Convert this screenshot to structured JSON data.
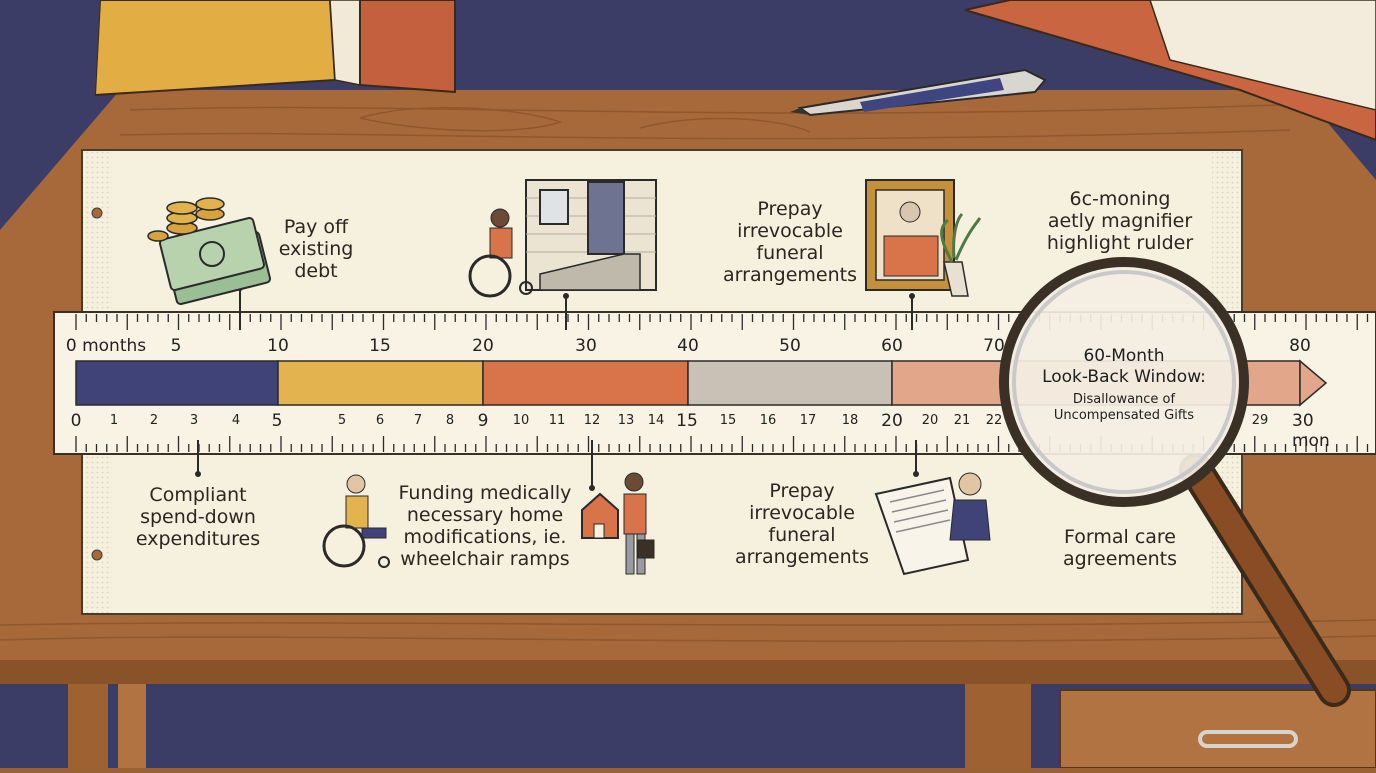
{
  "labels": {
    "pay_off_debt": [
      "Pay off",
      "existing",
      "debt"
    ],
    "prepay_funeral_top": [
      "Prepay",
      "irrevocable",
      "funeral",
      "arrangements"
    ],
    "magnifier_note": [
      "6c-moning",
      "aetly magnifier",
      "highlight rulder"
    ],
    "compliant_spend": [
      "Compliant",
      "spend-down",
      "expenditures"
    ],
    "home_mods": [
      "Funding medically",
      "necessary home",
      "modifications, ie.",
      "wheelchair ramps"
    ],
    "prepay_funeral_bottom": [
      "Prepay",
      "irrevocable",
      "funeral",
      "arrangements"
    ],
    "formal_care": [
      "Formal care",
      "agreements"
    ]
  },
  "ruler": {
    "top_scale": [
      "0 months",
      "5",
      "10",
      "15",
      "20",
      "30",
      "40",
      "50",
      "60",
      "70",
      "80"
    ],
    "bottom_scale": [
      "0",
      "1",
      "2",
      "3",
      "4",
      "5",
      "5",
      "6",
      "7",
      "8",
      "9",
      "10",
      "11",
      "12",
      "13",
      "14",
      "15",
      "15",
      "16",
      "17",
      "18",
      "20",
      "20",
      "21",
      "22",
      "29",
      "30 mon"
    ]
  },
  "magnifier": {
    "title_line1": "60-Month",
    "title_line2": "Look-Back Window:",
    "sub_line1": "Disallowance of",
    "sub_line2": "Uncompensated Gifts"
  },
  "colors": {
    "band_navy": "#3f4377",
    "band_yellow": "#e3b34f",
    "band_orange": "#d9734a",
    "band_gray": "#c9c1b6",
    "band_peach": "#e2a68a",
    "paper": "#f6f0df",
    "wood": "#a8693a"
  }
}
